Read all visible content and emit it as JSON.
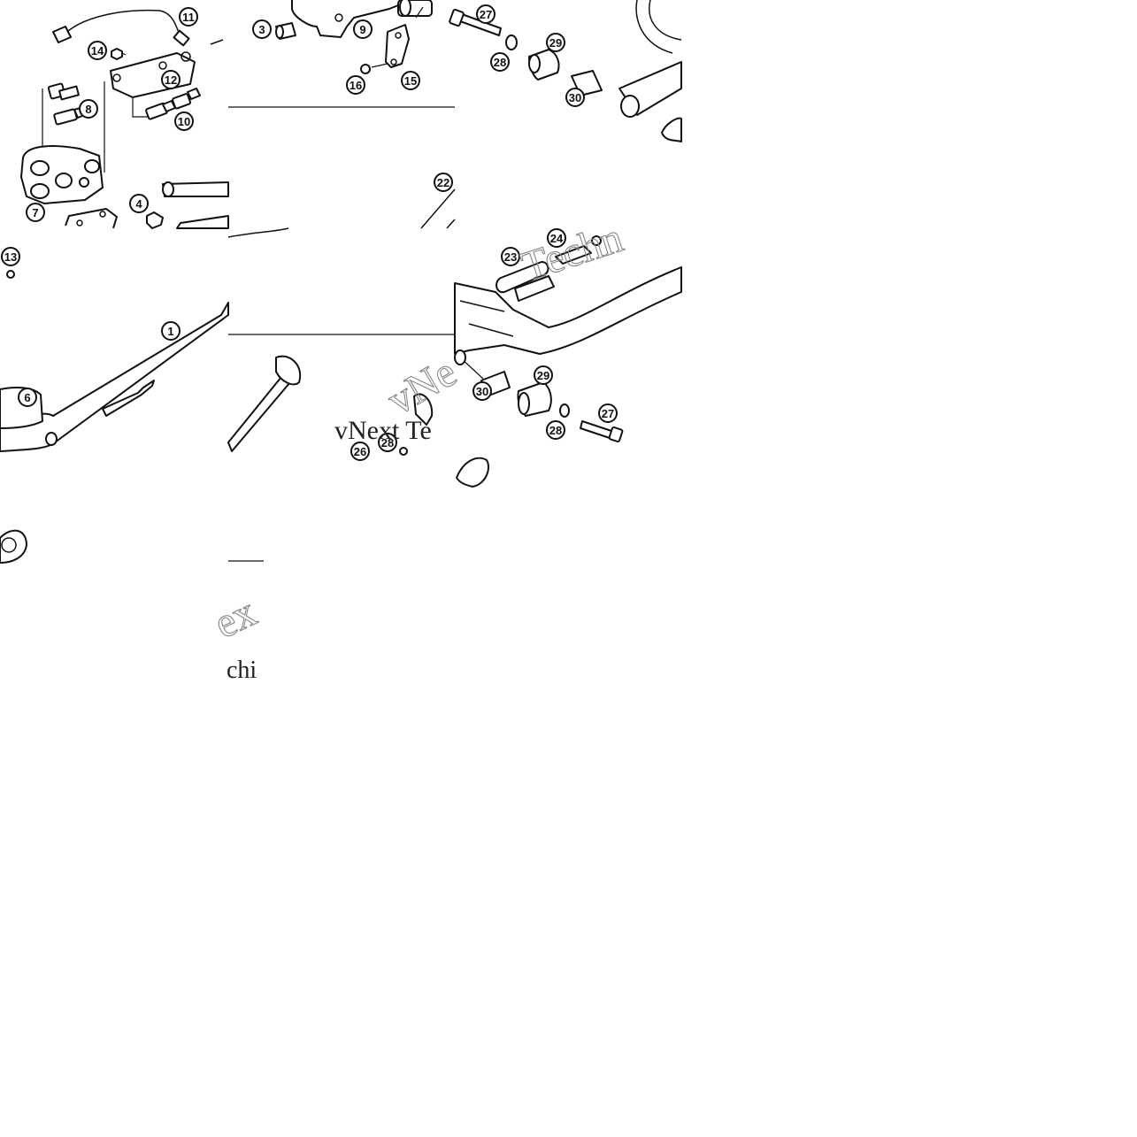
{
  "diagram": {
    "callouts": [
      {
        "id": "c1",
        "label": "1"
      },
      {
        "id": "c3",
        "label": "3"
      },
      {
        "id": "c4",
        "label": "4"
      },
      {
        "id": "c6",
        "label": "6"
      },
      {
        "id": "c7",
        "label": "7"
      },
      {
        "id": "c8",
        "label": "8"
      },
      {
        "id": "c9",
        "label": "9"
      },
      {
        "id": "c10",
        "label": "10"
      },
      {
        "id": "c11",
        "label": "11"
      },
      {
        "id": "c12",
        "label": "12"
      },
      {
        "id": "c13",
        "label": "13"
      },
      {
        "id": "c14",
        "label": "14"
      },
      {
        "id": "c15",
        "label": "15"
      },
      {
        "id": "c16",
        "label": "16"
      },
      {
        "id": "c22",
        "label": "22"
      },
      {
        "id": "c23",
        "label": "23"
      },
      {
        "id": "c24",
        "label": "24"
      },
      {
        "id": "c26",
        "label": "26"
      },
      {
        "id": "c27a",
        "label": "27"
      },
      {
        "id": "c27b",
        "label": "27"
      },
      {
        "id": "c28a",
        "label": "28"
      },
      {
        "id": "c28b",
        "label": "28"
      },
      {
        "id": "c28c",
        "label": "28"
      },
      {
        "id": "c29a",
        "label": "29"
      },
      {
        "id": "c29b",
        "label": "29"
      },
      {
        "id": "c30a",
        "label": "30"
      },
      {
        "id": "c30b",
        "label": "30"
      }
    ],
    "watermark": {
      "main": "vNext Te",
      "outline_1": "vNe",
      "outline_2": "Techn",
      "outline_3": "ex",
      "fragment": "chi"
    }
  }
}
